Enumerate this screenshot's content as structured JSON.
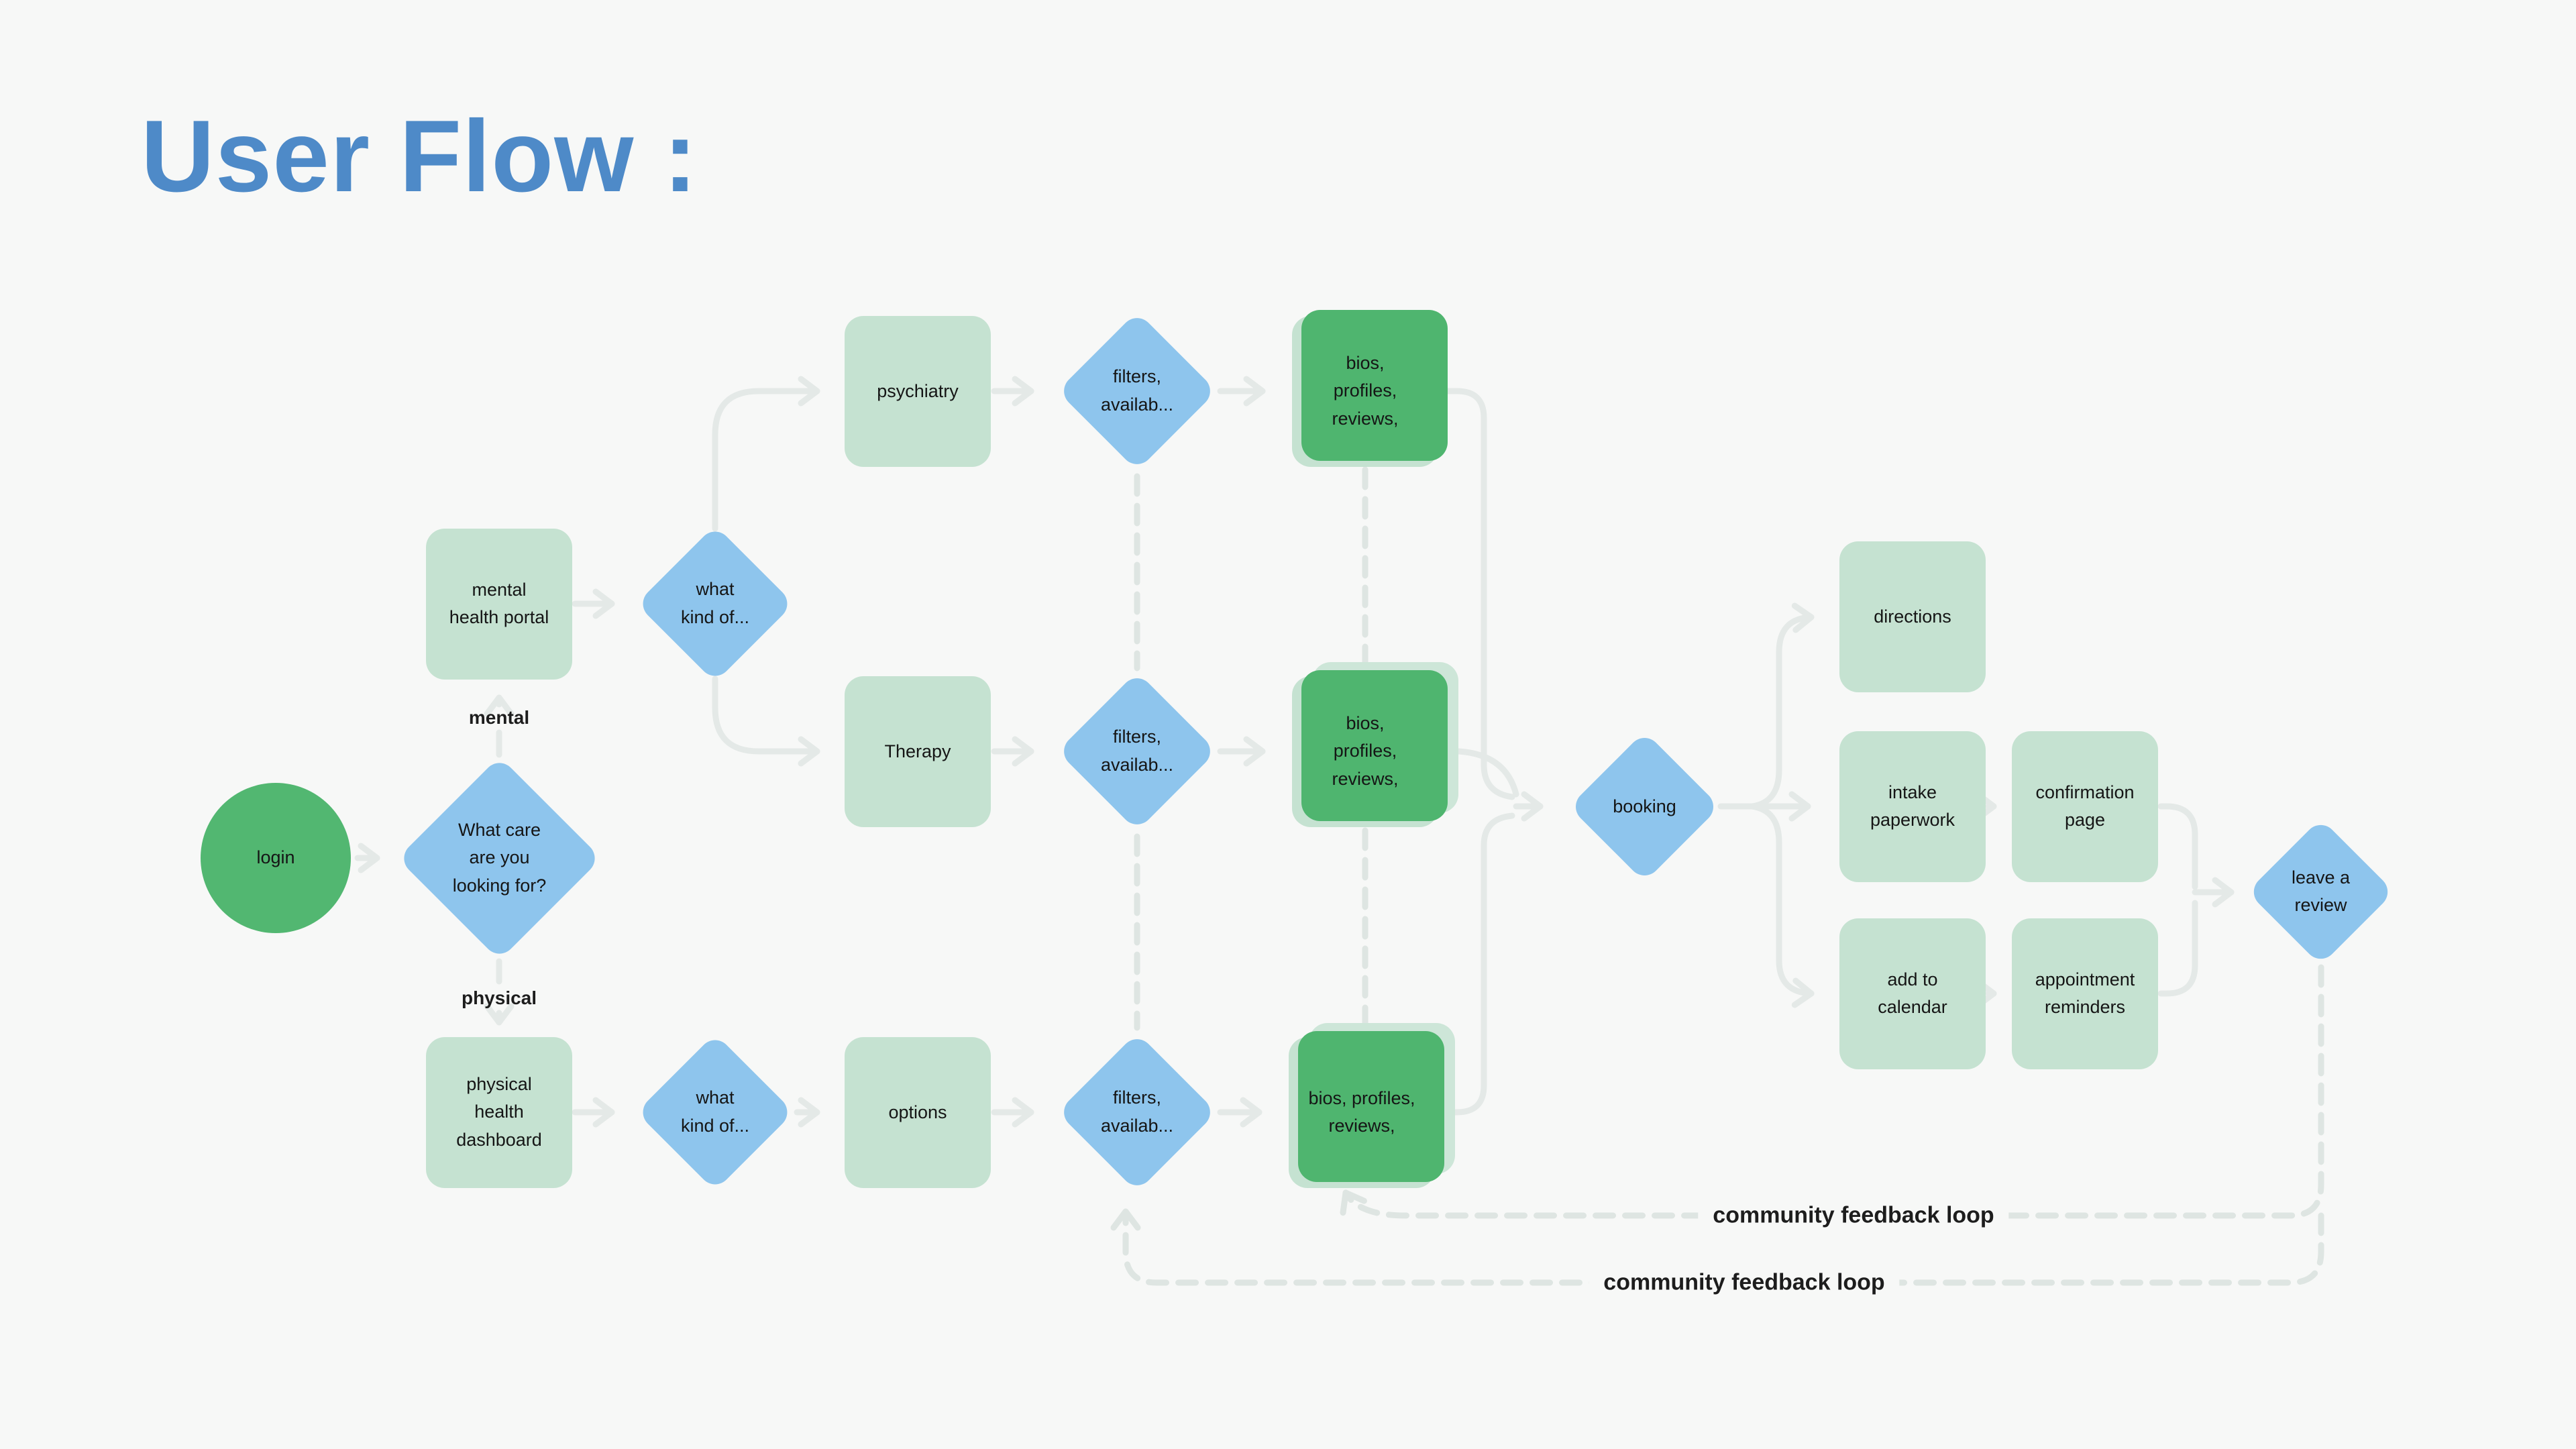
{
  "title": "User Flow :",
  "nodes": {
    "login": "login",
    "care_question": "What care\nare you\nlooking for?",
    "mental_portal": "mental\nhealth portal",
    "what_kind_mental": "what\nkind of...",
    "psychiatry": "psychiatry",
    "therapy": "Therapy",
    "filters_top": "filters,\navailab...",
    "filters_mid": "filters,\navailab...",
    "filters_bottom": "filters,\navailab...",
    "bios_top": "bios,\nprofiles,\nreviews,",
    "bios_mid": "bios,\nprofiles,\nreviews,",
    "bios_bottom": "bios, profiles,\nreviews,",
    "physical_dashboard": "physical\nhealth\ndashboard",
    "what_kind_physical": "what\nkind of...",
    "options": "options",
    "booking": "booking",
    "directions": "directions",
    "intake_paperwork": "intake\npaperwork",
    "confirmation_page": "confirmation\npage",
    "add_calendar": "add to\ncalendar",
    "appointment_reminders": "appointment\nreminders",
    "leave_review": "leave a\nreview"
  },
  "branch_labels": {
    "mental": "mental",
    "physical": "physical"
  },
  "loop_labels": {
    "upper": "community feedback loop",
    "lower": "community feedback loop"
  },
  "colors": {
    "background": "#f7f8f7",
    "title_blue": "#4e8ac8",
    "process_box_green": "#c5e2d1",
    "stack_accent_green": "#4fb56f",
    "stack_pale_green": "#cde6d8",
    "start_circle_green": "#52b771",
    "decision_diamond_blue": "#8ec5ed",
    "connector_gray": "#e4e9e7",
    "dashed_connector_gray": "#dee5e2",
    "text": "#151515"
  }
}
